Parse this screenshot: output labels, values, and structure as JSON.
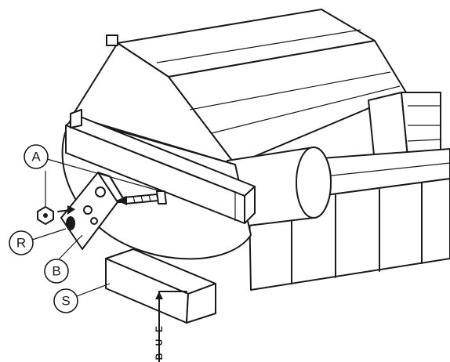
{
  "callouts": [
    {
      "id": "A",
      "label": "A"
    },
    {
      "id": "R",
      "label": "R"
    },
    {
      "id": "B",
      "label": "B"
    },
    {
      "id": "S",
      "label": "S"
    }
  ],
  "dimension": {
    "label_e": "E",
    "label_u": "U",
    "label_b": "B"
  }
}
